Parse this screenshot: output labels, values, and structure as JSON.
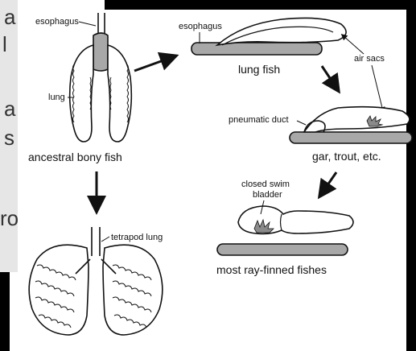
{
  "labels": {
    "esophagus_left": "esophagus",
    "lung": "lung",
    "ancestral": "ancestral bony fish",
    "esophagus_right": "esophagus",
    "air_sacs": "air sacs",
    "lung_fish": "lung fish",
    "pneumatic_duct": "pneumatic duct",
    "gar": "gar, trout, etc.",
    "closed_swim_line1": "closed swim",
    "closed_swim_line2": "bladder",
    "tetrapod_lung": "tetrapod lung",
    "ray_finned": "most ray-finned fishes"
  },
  "background_fragments": [
    "a",
    "l",
    "a",
    "s",
    "ro"
  ],
  "colors": {
    "dark_background": "#000000",
    "fill_white": "#ffffff",
    "tube_gray": "#a8a8a8",
    "ink": "#111111",
    "patch_gray": "#8a8a8a"
  }
}
